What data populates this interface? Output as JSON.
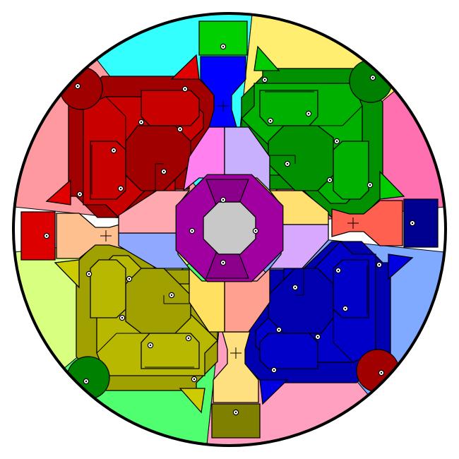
{
  "board": {
    "type": "circular-game-board",
    "outline_color": "#000000",
    "hub_color": "#c8c8c8",
    "center_octagon_color": "#a000a0",
    "center_octagon_inner_color": "#8a008a",
    "node_color": "#ffffff"
  },
  "rim_segments": [
    {
      "name": "rim-cyan",
      "color": "#33ffff"
    },
    {
      "name": "rim-yellow",
      "color": "#ffee70"
    },
    {
      "name": "rim-pink-right",
      "color": "#ff70b0"
    },
    {
      "name": "rim-lightblue",
      "color": "#80aaff"
    },
    {
      "name": "rim-pink-bottom",
      "color": "#ffa0c0"
    },
    {
      "name": "rim-lightgreen",
      "color": "#50ff70"
    },
    {
      "name": "rim-lime",
      "color": "#d8ff80"
    },
    {
      "name": "rim-salmon",
      "color": "#ff99a0"
    }
  ],
  "gates": [
    {
      "name": "gate-top",
      "outer_color": "#00d000",
      "inner_color": "#0000ff"
    },
    {
      "name": "gate-right",
      "outer_color": "#000090",
      "inner_color": "#ff6050"
    },
    {
      "name": "gate-bottom",
      "outer_color": "#808000",
      "inner_color": "#ffe080"
    },
    {
      "name": "gate-left",
      "outer_color": "#dd0000",
      "inner_color": "#ffc090"
    }
  ],
  "quadrants": [
    {
      "name": "quadrant-red",
      "outer": "#a00000",
      "mid": "#c80000",
      "inner": "#e00000",
      "corner": "#a00000"
    },
    {
      "name": "quadrant-green",
      "outer": "#009000",
      "mid": "#00b000",
      "inner": "#00cc00",
      "corner": "#008000"
    },
    {
      "name": "quadrant-blue",
      "outer": "#0000b0",
      "mid": "#0000c8",
      "inner": "#0000e0",
      "corner": "#a00000"
    },
    {
      "name": "quadrant-olive",
      "outer": "#a0a000",
      "mid": "#b8b800",
      "inner": "#cccc00",
      "corner": "#008000"
    }
  ],
  "center_ring": [
    {
      "name": "ring-pink-top-left",
      "color": "#ff80ee"
    },
    {
      "name": "ring-lavender-top-right",
      "color": "#c8b0ff"
    },
    {
      "name": "ring-yellow-right-top",
      "color": "#ffe070"
    },
    {
      "name": "ring-lilac-right-bottom",
      "color": "#d8a8ff"
    },
    {
      "name": "ring-salmon-bottom-right",
      "color": "#ffa090"
    },
    {
      "name": "ring-yellow-bottom-left",
      "color": "#ffe060"
    },
    {
      "name": "ring-blue-left-bottom",
      "color": "#90a8ff"
    },
    {
      "name": "ring-pink-left-top",
      "color": "#ffa8b0"
    }
  ]
}
